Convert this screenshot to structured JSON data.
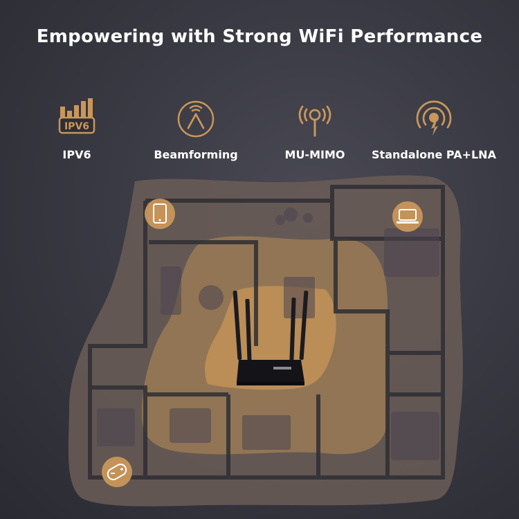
{
  "header": {
    "title": "Empowering with Strong WiFi Performance"
  },
  "features": [
    {
      "label": "IPV6",
      "icon": "ipv6-signal-icon",
      "badge": "IPV6"
    },
    {
      "label": "Beamforming",
      "icon": "beamforming-icon"
    },
    {
      "label": "MU-MIMO",
      "icon": "antenna-icon"
    },
    {
      "label": "Standalone PA+LNA",
      "icon": "signal-boost-icon"
    }
  ],
  "devices": [
    {
      "icon": "tablet-icon"
    },
    {
      "icon": "laptop-icon"
    },
    {
      "icon": "gamepad-icon"
    }
  ],
  "router": {
    "icon": "router-icon"
  },
  "colors": {
    "accent": "#c9975a",
    "coverage_outer": "#6b5d57",
    "coverage_mid": "#9a7a55",
    "coverage_inner": "#c09058",
    "background": "#3a3a44",
    "walls": "#2e2e34"
  }
}
